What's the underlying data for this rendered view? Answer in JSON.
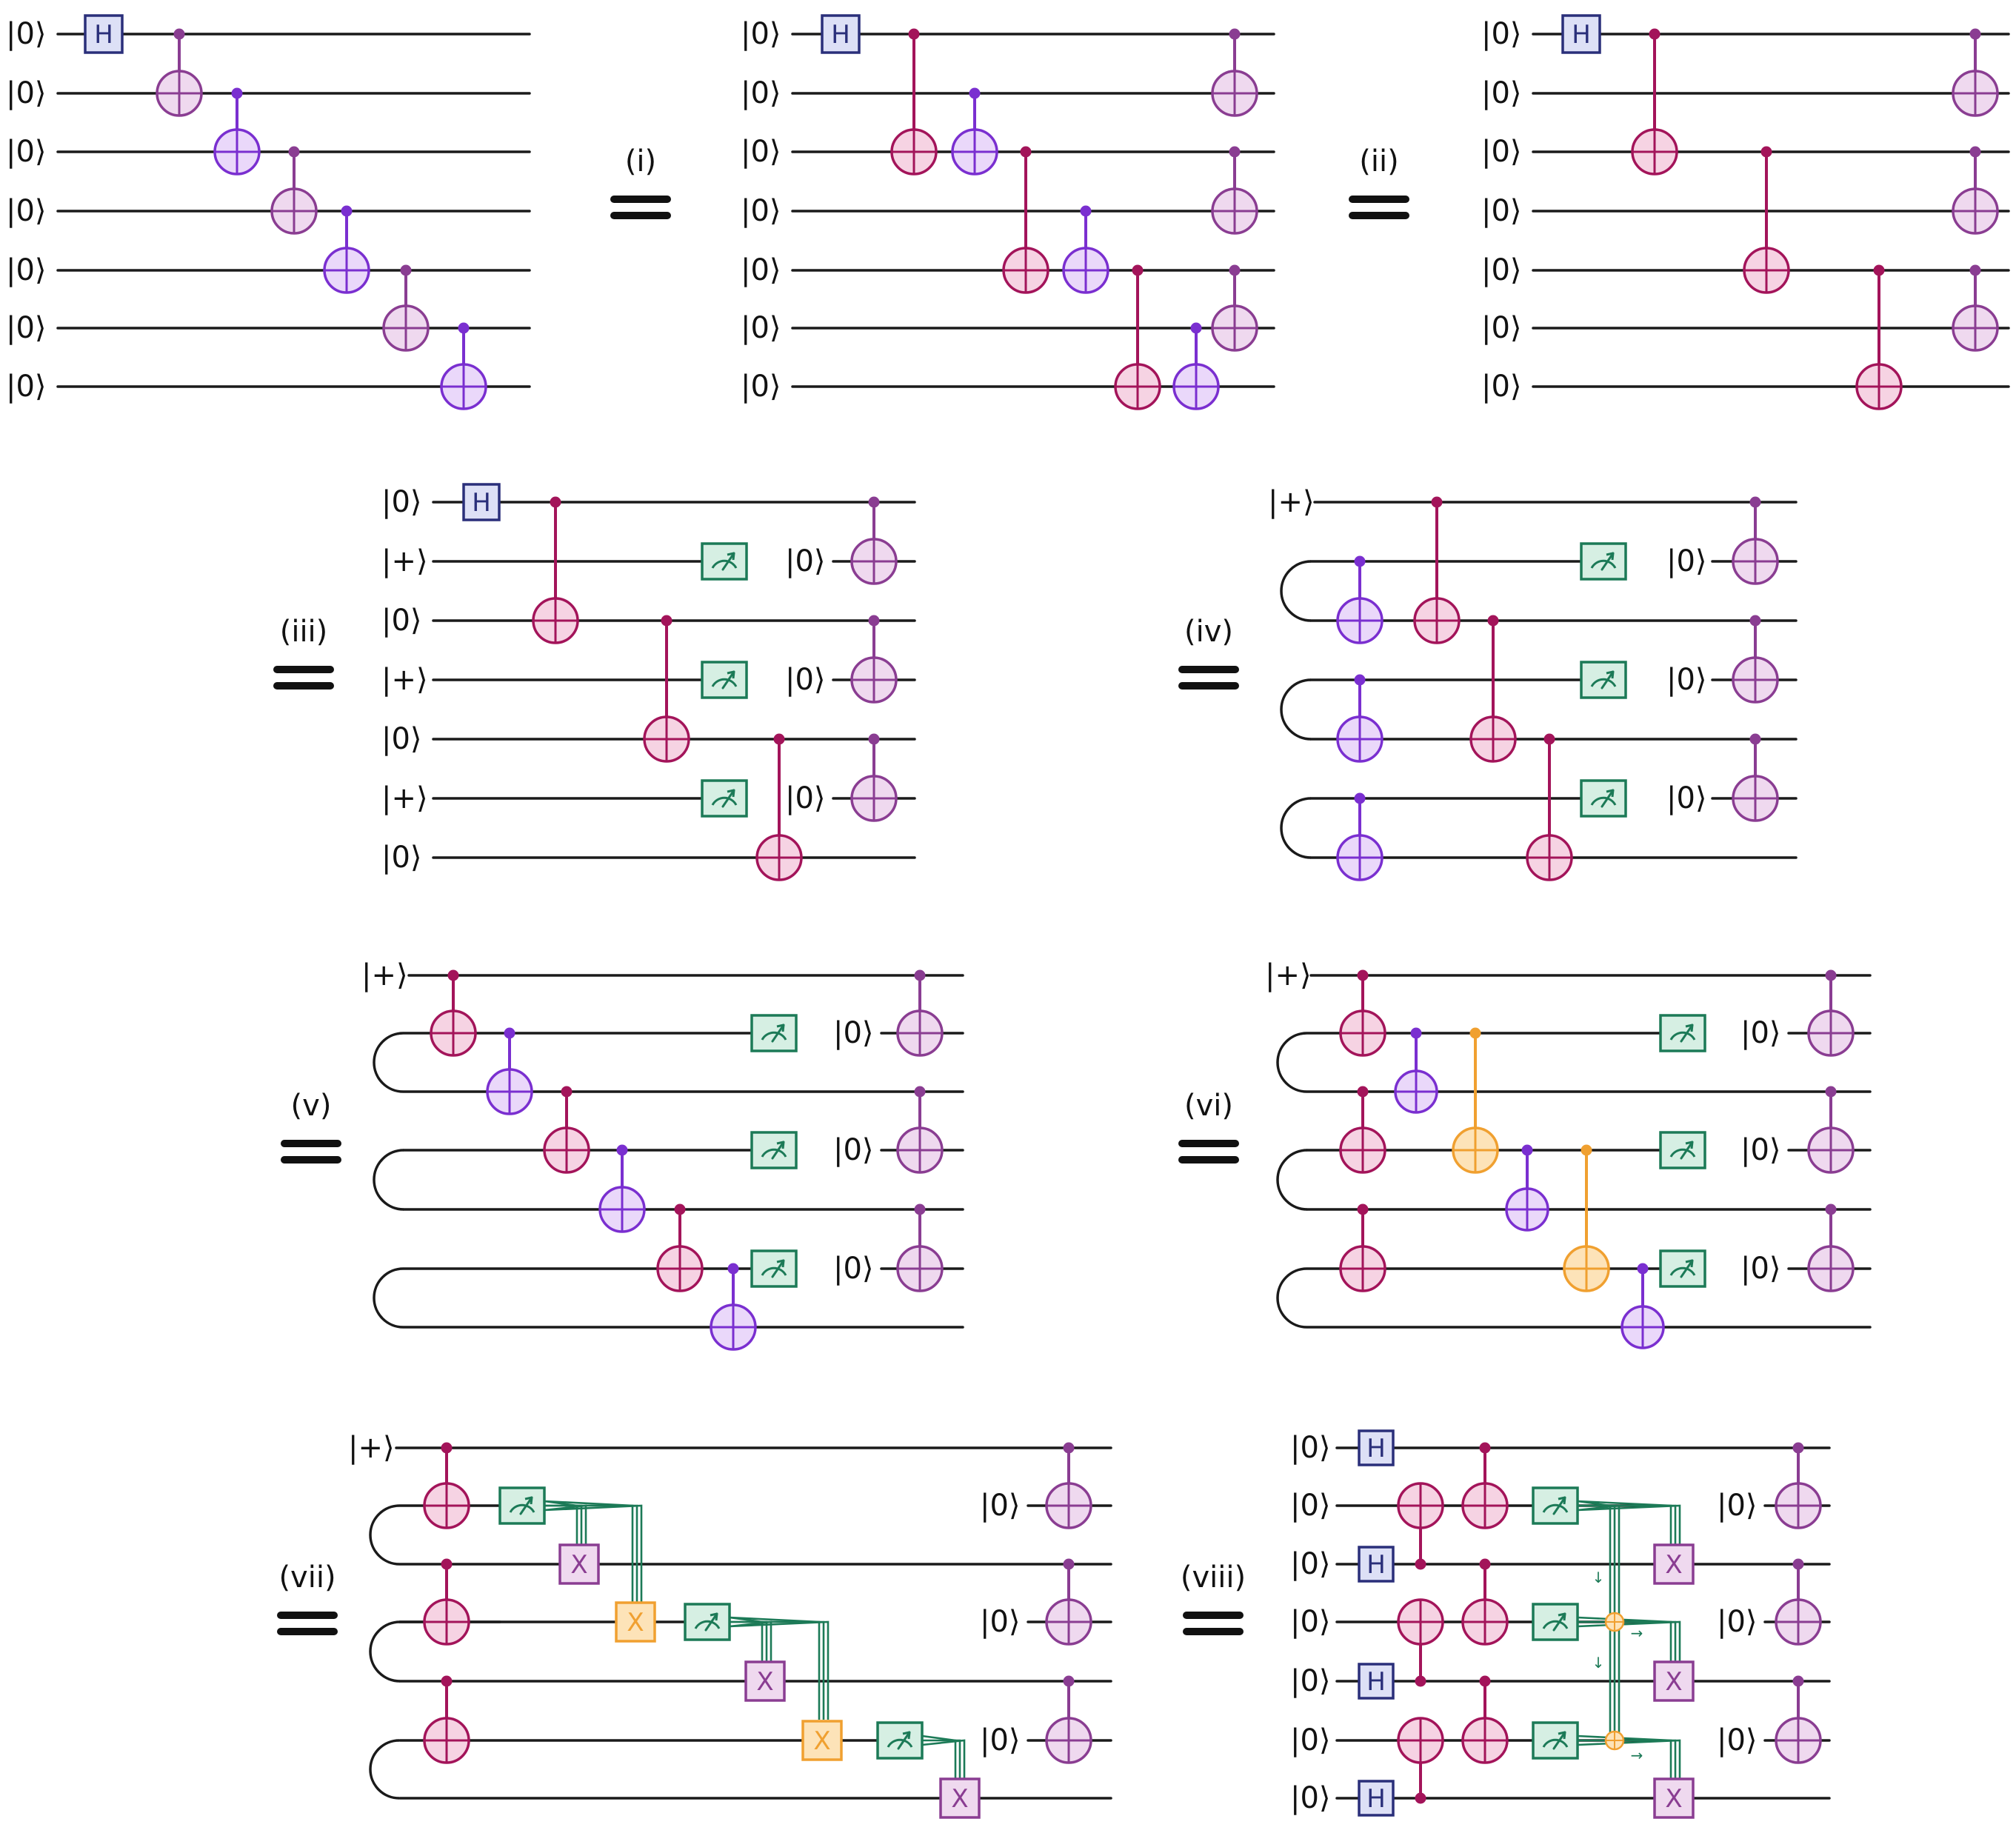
{
  "diagram": {
    "panels": [
      {
        "id": "p0",
        "eq_label": "",
        "wires": [
          "|0⟩",
          "|0⟩",
          "|0⟩",
          "|0⟩",
          "|0⟩",
          "|0⟩",
          "|0⟩"
        ]
      },
      {
        "id": "p1",
        "eq_label": "(i)",
        "wires": [
          "|0⟩",
          "|0⟩",
          "|0⟩",
          "|0⟩",
          "|0⟩",
          "|0⟩",
          "|0⟩"
        ]
      },
      {
        "id": "p2",
        "eq_label": "(ii)",
        "wires": [
          "|0⟩",
          "|0⟩",
          "|0⟩",
          "|0⟩",
          "|0⟩",
          "|0⟩",
          "|0⟩"
        ]
      },
      {
        "id": "p3",
        "eq_label": "(iii)",
        "wires": [
          "|0⟩",
          "|+⟩",
          "|0⟩",
          "|+⟩",
          "|0⟩",
          "|+⟩",
          "|0⟩"
        ]
      },
      {
        "id": "p4",
        "eq_label": "(iv)",
        "wires": [
          "|+⟩",
          "",
          "",
          "",
          "",
          "",
          ""
        ]
      },
      {
        "id": "p5",
        "eq_label": "(v)",
        "wires": [
          "|+⟩",
          "",
          "",
          "",
          "",
          "",
          ""
        ]
      },
      {
        "id": "p6",
        "eq_label": "(vi)",
        "wires": [
          "|+⟩",
          "",
          "",
          "",
          "",
          "",
          ""
        ]
      },
      {
        "id": "p7",
        "eq_label": "(vii)",
        "wires": [
          "|+⟩",
          "",
          "",
          "",
          "",
          "",
          ""
        ]
      },
      {
        "id": "p8",
        "eq_label": "(viii)",
        "wires": [
          "|0⟩",
          "|0⟩",
          "|0⟩",
          "|0⟩",
          "|0⟩",
          "|0⟩",
          "|0⟩"
        ]
      }
    ],
    "reset_label": "|0⟩",
    "hadamard_label": "H",
    "x_label": "X",
    "equals_sign": "="
  },
  "colors": {
    "wire": "#1a1a1a",
    "cnot_violet": "#7a2fd0",
    "cnot_violet_fill": "#ead8fa",
    "cnot_magenta": "#a3145a",
    "cnot_magenta_fill": "#f6d3e3",
    "cnot_plum": "#8a3d92",
    "cnot_plum_fill": "#efd9ef",
    "cnot_orange": "#f0a030",
    "cnot_orange_fill": "#fde3b8",
    "hadamard_stroke": "#2a2f7a",
    "hadamard_fill": "#dde0f6",
    "measure_stroke": "#1c7a57",
    "measure_fill": "#d6efe3",
    "classical": "#1c7a57"
  },
  "icons": [
    "measurement-meter-icon",
    "cnot-target-icon",
    "control-dot-icon",
    "hadamard-gate-icon",
    "pauli-x-gate-icon"
  ]
}
